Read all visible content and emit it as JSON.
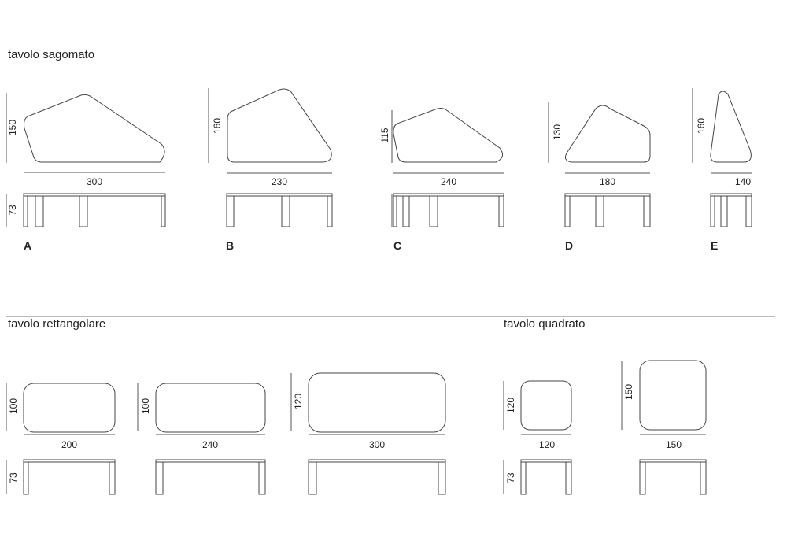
{
  "sections": {
    "shaped": "tavolo sagomato",
    "rectangular": "tavolo rettangolare",
    "square": "tavolo quadrato"
  },
  "shaped_tables": [
    {
      "letter": "A",
      "depth": "150",
      "width": "300",
      "height": "73"
    },
    {
      "letter": "B",
      "depth": "160",
      "width": "230",
      "height": "73"
    },
    {
      "letter": "C",
      "depth": "115",
      "width": "240",
      "height": "73"
    },
    {
      "letter": "D",
      "depth": "130",
      "width": "180",
      "height": "73"
    },
    {
      "letter": "E",
      "depth": "160",
      "width": "140",
      "height": "73"
    }
  ],
  "rectangular_tables": [
    {
      "depth": "100",
      "width": "200",
      "height": "73"
    },
    {
      "depth": "100",
      "width": "240",
      "height": "73"
    },
    {
      "depth": "120",
      "width": "300",
      "height": "73"
    }
  ],
  "square_tables": [
    {
      "depth": "120",
      "width": "120",
      "height": "73"
    },
    {
      "depth": "150",
      "width": "150",
      "height": "73"
    }
  ]
}
